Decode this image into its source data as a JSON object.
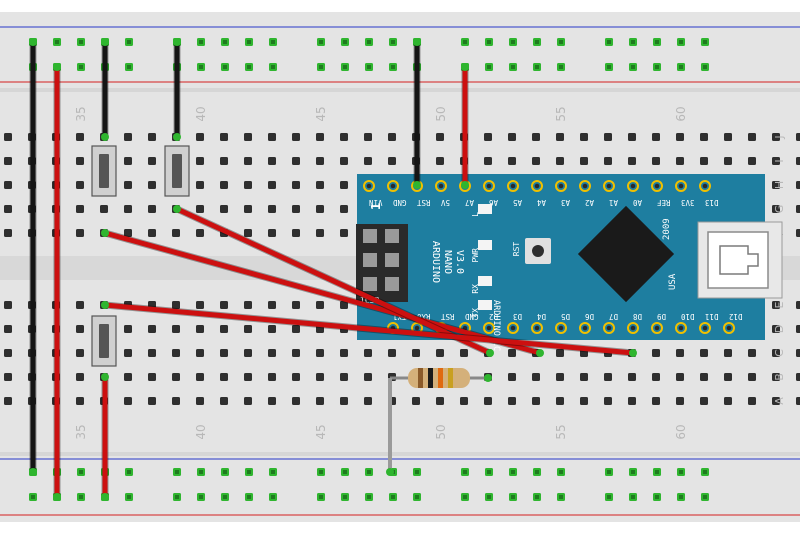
{
  "breadboard": {
    "column_labels_top": [
      "35",
      "40",
      "45",
      "50",
      "55",
      "60"
    ],
    "column_labels_bottom": [
      "35",
      "40",
      "45",
      "50",
      "55",
      "60"
    ],
    "row_labels_top": [
      "J",
      "I",
      "H",
      "G",
      "F"
    ],
    "row_labels_bottom": [
      "E",
      "D",
      "C",
      "B",
      "A"
    ],
    "colors": {
      "board": "#e4e4e4",
      "rail_red": "#d42020",
      "rail_blue": "#2838c8",
      "hole": "#2f2f2f",
      "hole_used": "#2fb52f"
    }
  },
  "arduino": {
    "name_line1": "ARDUINO",
    "name_line2": "NANO",
    "name_line3": "V3.0",
    "website": "ARDUINO.CC",
    "year": "2009",
    "usa": "USA",
    "rst_label": "RST",
    "icsp_number": "1",
    "icsp_label": "ICSP",
    "led_labels": [
      "PWR",
      "RX",
      "TX",
      "L"
    ],
    "top_pins": [
      "VIN",
      "GND",
      "RST",
      "5V",
      "A7",
      "A6",
      "A5",
      "A4",
      "A3",
      "A2",
      "A1",
      "A0",
      "REF",
      "3V3",
      "D13"
    ],
    "bottom_pins": [
      "TX1",
      "RX0",
      "RST",
      "GND",
      "D2",
      "D3",
      "D4",
      "D5",
      "D6",
      "D7",
      "D8",
      "D9",
      "D10",
      "D11",
      "D12"
    ],
    "colors": {
      "board": "#1e7ea0",
      "chip": "#1a1a1a",
      "header": "#2a2a2a"
    }
  },
  "components": {
    "pushbuttons": [
      "button-1",
      "button-2",
      "button-3"
    ],
    "resistor_bands": [
      "#8a5a2a",
      "#1a1a1a",
      "#e06a10",
      "#c9a020"
    ]
  },
  "wires": {
    "colors": {
      "red": "#cc1010",
      "black": "#151515",
      "gray": "#9a9a9a"
    }
  }
}
